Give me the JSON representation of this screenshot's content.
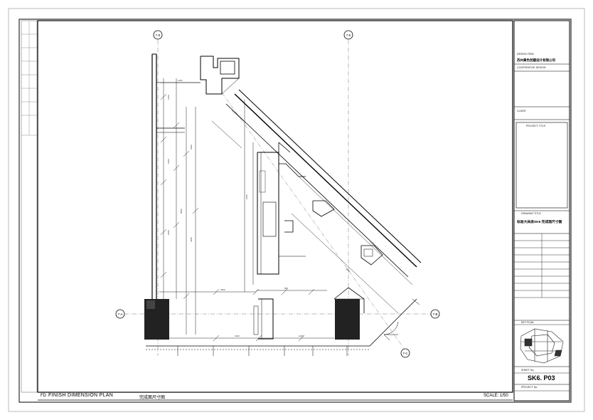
{
  "plan": {
    "title": "FINISH DIMENSION PLAN",
    "title_cn": "完成面尺寸图",
    "scale": "SCALE: 1/50",
    "code": "FD",
    "axis_labels": [
      "7-5",
      "7-6",
      "7-A",
      "7-B",
      "7-C"
    ]
  },
  "title_block": {
    "design_firm_label": "DESIGN FIRM",
    "design_firm_value": "苏州黄色创建设计有限公司",
    "cooperative_label": "COOPERATIVE DESIGN",
    "client_label": "CLIENT",
    "project_title_label": "PROJECT TITLE",
    "drawing_title_label": "DRAWING TITLE",
    "drawing_title_value": "标准大床房SK6 完成面尺寸图",
    "sheet_no_label": "SHEET No.",
    "sheet_no_value": "SK6. P03",
    "project_no_label": "PROJECT No.",
    "key_plan_label": "KEY PLAN"
  }
}
